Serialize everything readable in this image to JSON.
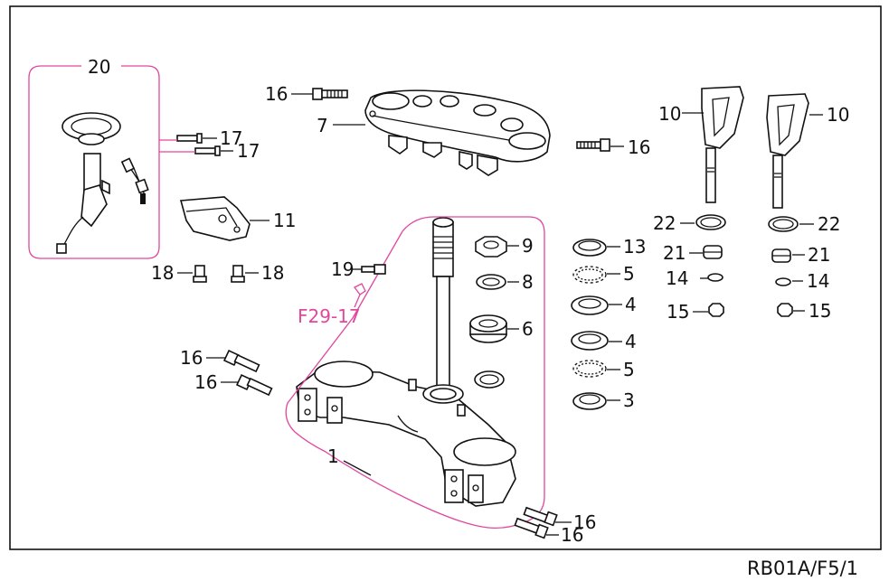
{
  "diagram": {
    "reference_code": "RB01A/F5/1",
    "group_label": "F29-17",
    "callouts": {
      "c20": "20",
      "c16_top": "16",
      "c7": "7",
      "c17_a": "17",
      "c17_b": "17",
      "c16_mid": "16",
      "c10_left": "10",
      "c10_right": "10",
      "c11": "11",
      "c22_left": "22",
      "c22_right": "22",
      "c9": "9",
      "c13": "13",
      "c21_left": "21",
      "c21_right": "21",
      "c18_left": "18",
      "c18_right": "18",
      "c19": "19",
      "c8": "8",
      "c5_top": "5",
      "c14_left": "14",
      "c14_right": "14",
      "c4_top": "4",
      "c15_left": "15",
      "c15_right": "15",
      "c6": "6",
      "c4_bot": "4",
      "c16_low_a": "16",
      "c16_low_b": "16",
      "c5_bot": "5",
      "c3": "3",
      "c1": "1",
      "c16_br_a": "16",
      "c16_br_b": "16"
    },
    "colors": {
      "line": "#111111",
      "highlight": "#e0479e"
    }
  }
}
